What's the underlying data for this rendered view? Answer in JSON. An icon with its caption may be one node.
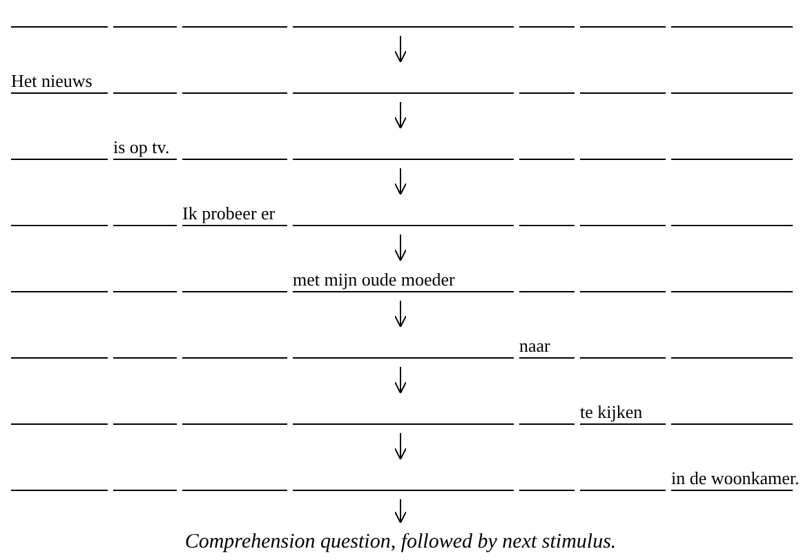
{
  "diagram": {
    "nodes": [
      {
        "text": [],
        "shape": "bar"
      },
      {
        "text": [
          "Het nieuws"
        ]
      },
      {
        "text": [
          "is op tv."
        ]
      },
      {
        "text": [
          "Ik probeer er"
        ]
      },
      {
        "text": [
          "met mijn oude moeder"
        ]
      },
      {
        "text": [
          "naar"
        ]
      },
      {
        "text": [
          "te kijken"
        ]
      },
      {
        "text": [
          "in de woonkamer."
        ]
      },
      {
        "text": [
          "Comprehension question, followed by next stimulus."
        ]
      }
    ],
    "edges": [
      {
        "from": 0,
        "to": 1,
        "arrow": "to"
      },
      {
        "from": 1,
        "to": 2,
        "arrow": "to"
      },
      {
        "from": 2,
        "to": 3,
        "arrow": "to"
      },
      {
        "from": 3,
        "to": 4,
        "arrow": "to"
      },
      {
        "from": 4,
        "to": 5,
        "arrow": "to"
      },
      {
        "from": 5,
        "to": 6,
        "arrow": "to"
      },
      {
        "from": 6,
        "to": 7,
        "arrow": "to"
      },
      {
        "from": 7,
        "to": 8,
        "arrow": "to"
      }
    ]
  }
}
